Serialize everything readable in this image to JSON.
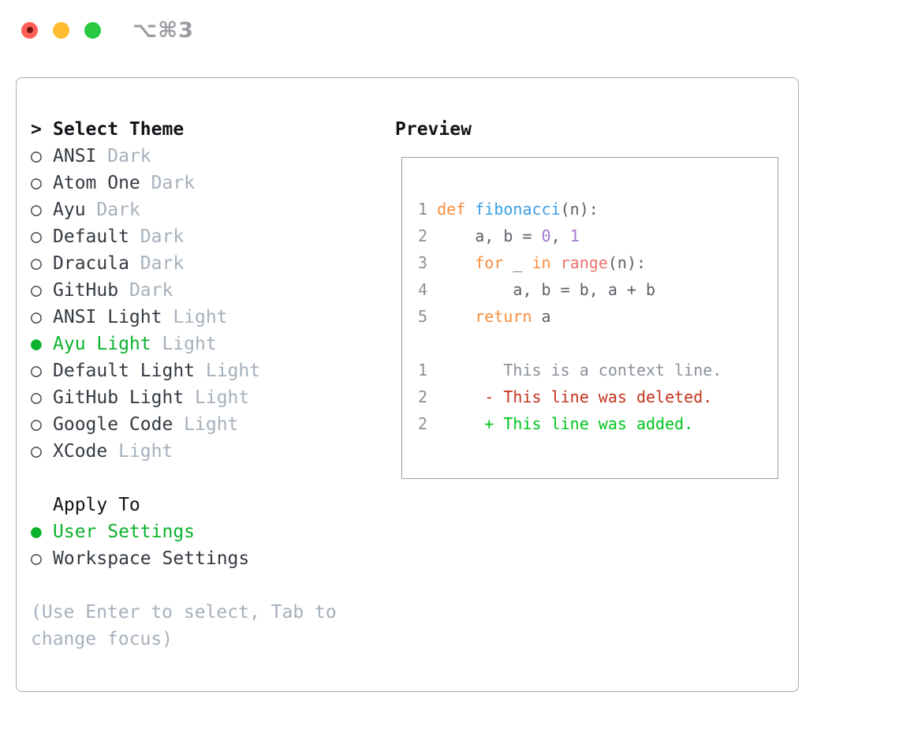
{
  "window": {
    "shortcut": "⌥⌘3"
  },
  "icons": {
    "prompt": ">",
    "radio_on": "●",
    "radio_off": "○"
  },
  "colors": {
    "accent-green": "#0cb22e",
    "border-gray": "#a6adb7",
    "preview-border": "#959ea9",
    "heading": "#101317",
    "text-dark": "#343a42",
    "muted": "#a6b0bb",
    "titlebar-text": "#9b9ca1",
    "light-red": "#ff5f57",
    "light-red-dot": "#6e1512",
    "light-yellow": "#febc2e",
    "light-green": "#28c840",
    "syntax": {
      "num": "#8a9199",
      "kw": "#fa8d3e",
      "fn": "#399ee6",
      "call": "#f07171",
      "lit": "#a37acc",
      "fg": "#5c6166",
      "ctx": "#8a9199",
      "del": "#c3331d",
      "add": "#00c41c"
    }
  },
  "theme_panel": {
    "header_label": "Select Theme",
    "themes": [
      {
        "name": "ANSI",
        "variant": "Dark",
        "selected": false
      },
      {
        "name": "Atom One",
        "variant": "Dark",
        "selected": false
      },
      {
        "name": "Ayu",
        "variant": "Dark",
        "selected": false
      },
      {
        "name": "Default",
        "variant": "Dark",
        "selected": false
      },
      {
        "name": "Dracula",
        "variant": "Dark",
        "selected": false
      },
      {
        "name": "GitHub",
        "variant": "Dark",
        "selected": false
      },
      {
        "name": "ANSI Light",
        "variant": "Light",
        "selected": false
      },
      {
        "name": "Ayu Light",
        "variant": "Light",
        "selected": true
      },
      {
        "name": "Default Light",
        "variant": "Light",
        "selected": false
      },
      {
        "name": "GitHub Light",
        "variant": "Light",
        "selected": false
      },
      {
        "name": "Google Code",
        "variant": "Light",
        "selected": false
      },
      {
        "name": "XCode",
        "variant": "Light",
        "selected": false
      }
    ],
    "apply_to": {
      "label": "Apply To",
      "options": [
        {
          "name": "User Settings",
          "selected": true
        },
        {
          "name": "Workspace Settings",
          "selected": false
        }
      ]
    },
    "hint_lines": [
      "(Use Enter to select, Tab to",
      "change focus)"
    ]
  },
  "preview": {
    "label": "Preview",
    "code_lines": [
      {
        "tokens": [
          {
            "t": "1 ",
            "c": "num"
          },
          {
            "t": "def ",
            "c": "kw"
          },
          {
            "t": "fibonacci",
            "c": "fn"
          },
          {
            "t": "(n):",
            "c": "fg"
          }
        ]
      },
      {
        "tokens": [
          {
            "t": "2 ",
            "c": "num"
          },
          {
            "t": "    a, b = ",
            "c": "fg"
          },
          {
            "t": "0",
            "c": "lit"
          },
          {
            "t": ", ",
            "c": "fg"
          },
          {
            "t": "1",
            "c": "lit"
          }
        ]
      },
      {
        "tokens": [
          {
            "t": "3 ",
            "c": "num"
          },
          {
            "t": "    ",
            "c": "fg"
          },
          {
            "t": "for",
            "c": "kw"
          },
          {
            "t": " _ ",
            "c": "fg"
          },
          {
            "t": "in",
            "c": "kw"
          },
          {
            "t": " ",
            "c": "fg"
          },
          {
            "t": "range",
            "c": "call"
          },
          {
            "t": "(n):",
            "c": "fg"
          }
        ]
      },
      {
        "tokens": [
          {
            "t": "4 ",
            "c": "num"
          },
          {
            "t": "        a, b = b, a + b",
            "c": "fg"
          }
        ]
      },
      {
        "tokens": [
          {
            "t": "5 ",
            "c": "num"
          },
          {
            "t": "    ",
            "c": "fg"
          },
          {
            "t": "return",
            "c": "kw"
          },
          {
            "t": " a",
            "c": "fg"
          }
        ]
      },
      {
        "tokens": []
      },
      {
        "tokens": [
          {
            "t": "1",
            "c": "num"
          },
          {
            "t": "        This is a context line.",
            "c": "ctx"
          }
        ]
      },
      {
        "tokens": [
          {
            "t": "2",
            "c": "num"
          },
          {
            "t": "      ",
            "c": "fg"
          },
          {
            "t": "- This line was deleted.",
            "c": "del"
          }
        ]
      },
      {
        "tokens": [
          {
            "t": "2",
            "c": "num"
          },
          {
            "t": "      ",
            "c": "fg"
          },
          {
            "t": "+ This line was added.",
            "c": "add"
          }
        ]
      }
    ]
  }
}
